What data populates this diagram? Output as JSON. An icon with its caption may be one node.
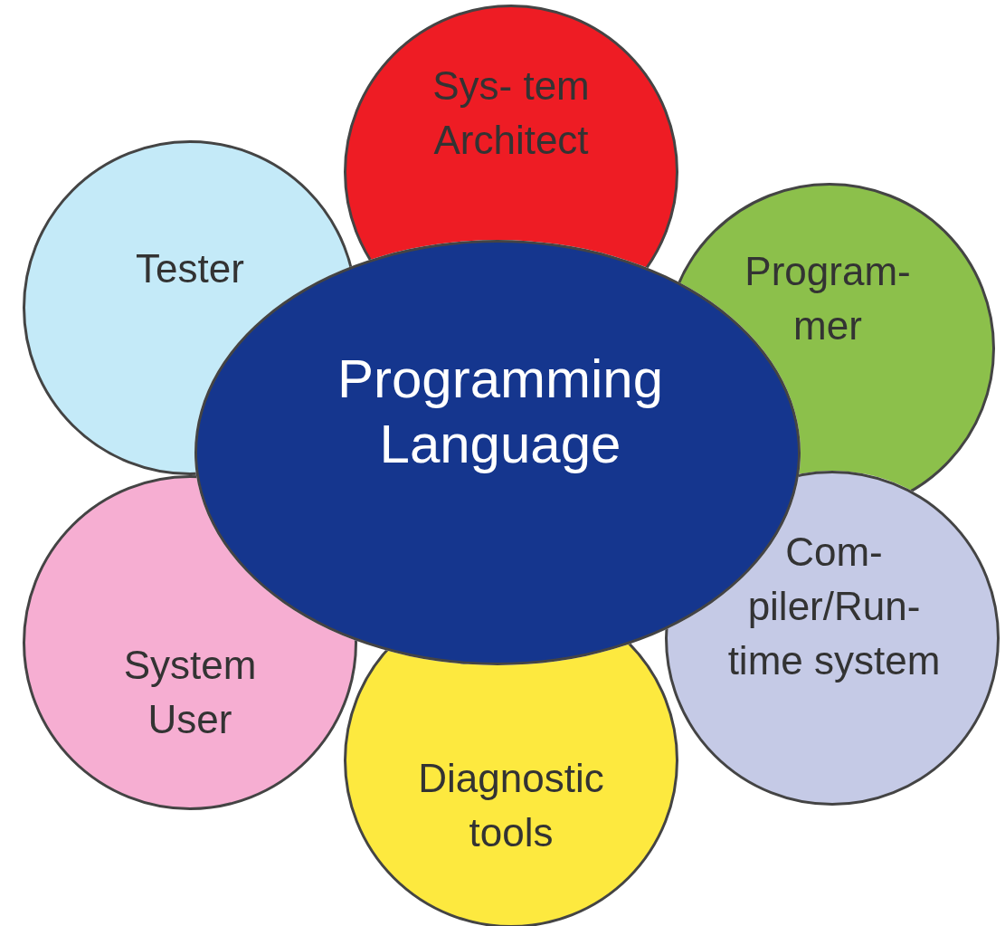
{
  "diagram": {
    "nodes": [
      {
        "text": [
          "Sys- tem Architect"
        ]
      },
      {
        "text": [
          "Tester"
        ]
      },
      {
        "text": [
          "Program- mer"
        ]
      },
      {
        "text": [
          "Programming Language"
        ]
      },
      {
        "text": [
          "Com- piler/Run- time system"
        ]
      },
      {
        "text": [
          "System User"
        ]
      },
      {
        "text": [
          "Diagnostic tools"
        ]
      }
    ]
  }
}
